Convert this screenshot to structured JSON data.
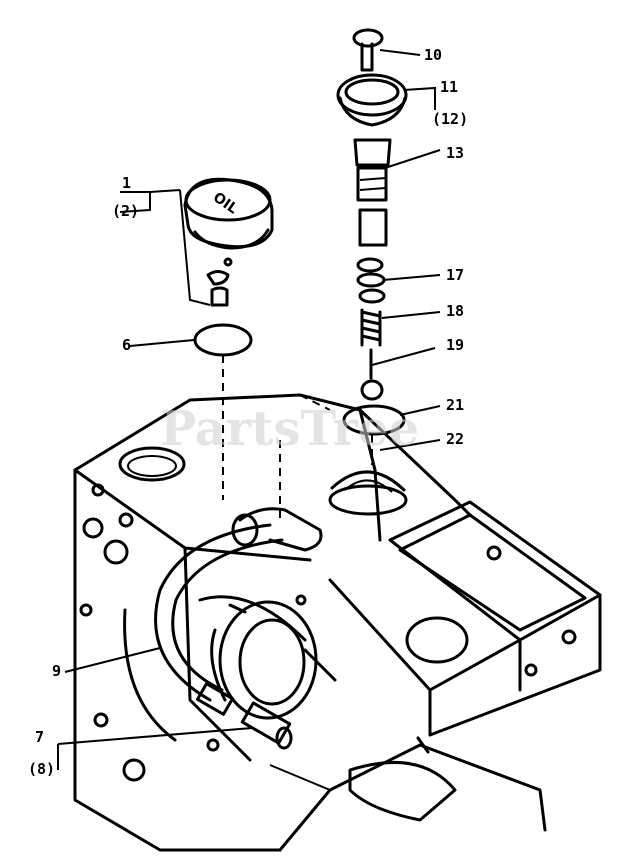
{
  "watermark": "PartsTree",
  "callouts": {
    "c1": "1",
    "c2": "(2)",
    "c6": "6",
    "c7": "7",
    "c8": "(8)",
    "c9": "9",
    "c10": "10",
    "c11": "11",
    "c12": "(12)",
    "c13": "13",
    "c17": "17",
    "c18": "18",
    "c19": "19",
    "c21": "21",
    "c22": "22"
  },
  "cap_text": "OIL"
}
